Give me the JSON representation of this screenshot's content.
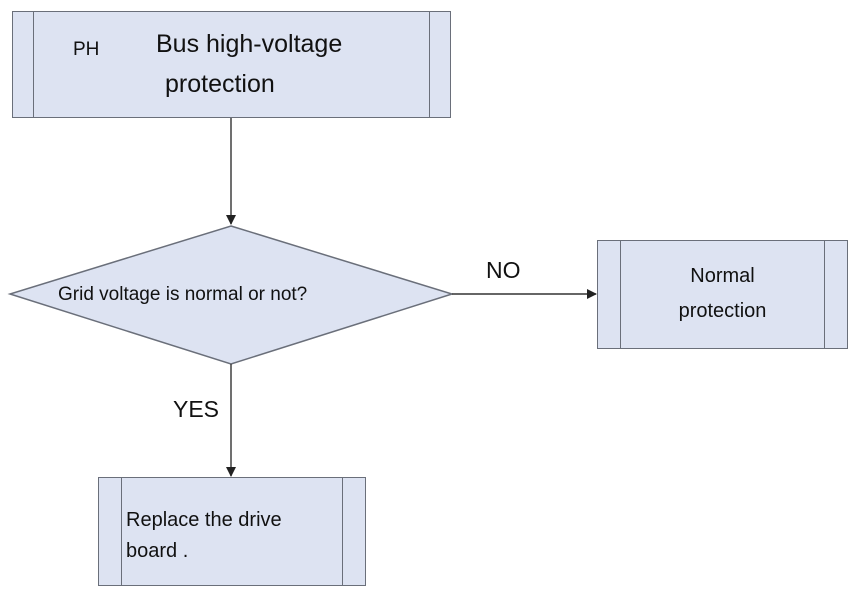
{
  "nodes": {
    "start": {
      "code": "PH",
      "title_line1": "Bus high-voltage",
      "title_line2": "protection"
    },
    "decision": {
      "text": "Grid voltage is normal or not?"
    },
    "normal": {
      "line1": "Normal",
      "line2": "protection"
    },
    "replace": {
      "line1": "Replace the drive",
      "line2": "board ."
    }
  },
  "edges": {
    "no_label": "NO",
    "yes_label": "YES"
  },
  "colors": {
    "fill": "#dde3f2",
    "stroke": "#6a6f7a",
    "line": "#333333"
  }
}
